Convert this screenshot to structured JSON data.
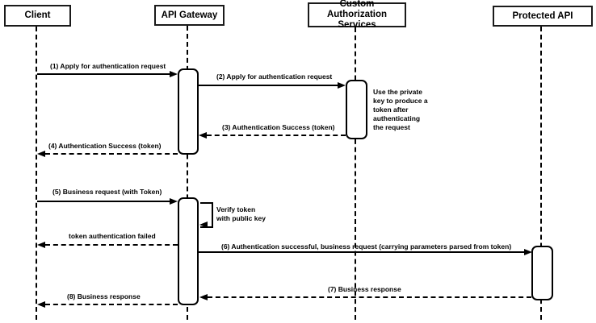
{
  "diagram": {
    "type": "sequence-diagram",
    "participants": [
      {
        "label": "Client"
      },
      {
        "label": "API Gateway"
      },
      {
        "label": "Custom Authorization Services"
      },
      {
        "label": "Protected API"
      }
    ],
    "messages": [
      {
        "label": "(1) Apply for authentication request",
        "from": "Client",
        "to": "API Gateway",
        "style": "solid"
      },
      {
        "label": "(2) Apply for authentication request",
        "from": "API Gateway",
        "to": "Custom Authorization Services",
        "style": "solid"
      },
      {
        "label": "(3) Authentication Success (token)",
        "from": "Custom Authorization Services",
        "to": "API Gateway",
        "style": "dashed"
      },
      {
        "label": "(4) Authentication Success (token)",
        "from": "API Gateway",
        "to": "Client",
        "style": "dashed"
      },
      {
        "label": "(5) Business request (with Token)",
        "from": "Client",
        "to": "API Gateway",
        "style": "solid"
      },
      {
        "label": "Verify token\nwith public key",
        "from": "API Gateway",
        "to": "API Gateway",
        "style": "self"
      },
      {
        "label": "token authentication failed",
        "from": "API Gateway",
        "to": "Client",
        "style": "dashed"
      },
      {
        "label": "(6) Authentication successful, business request (carrying parameters parsed from token)",
        "from": "API Gateway",
        "to": "Protected API",
        "style": "solid"
      },
      {
        "label": "(7) Business response",
        "from": "Protected API",
        "to": "API Gateway",
        "style": "dashed"
      },
      {
        "label": "(8) Business response",
        "from": "API Gateway",
        "to": "Client",
        "style": "dashed"
      }
    ],
    "notes": [
      {
        "label": "Use the private\nkey to produce a\ntoken after\nauthenticating\nthe request",
        "attached_to": "Custom Authorization Services"
      }
    ],
    "colors": {
      "background": "#ffffff",
      "line": "#000000",
      "box_border": "#1a1a1a",
      "box_fill": "#ffffff",
      "text": "#000000"
    }
  }
}
